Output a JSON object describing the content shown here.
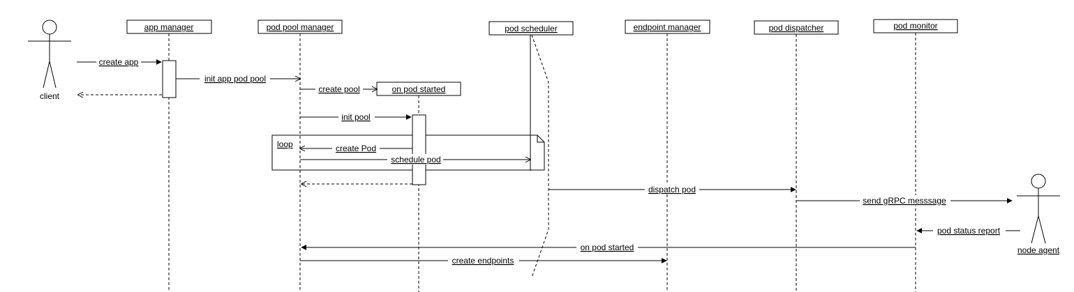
{
  "actors": {
    "client": "client",
    "node_agent": "node agent"
  },
  "participants": {
    "app_manager": "app manager",
    "pod_pool_manager": "pod pool manager",
    "pod_scheduler": "pod scheduler",
    "endpoint_manager": "endpoint manager",
    "pod_dispatcher": "pod dispatcher",
    "pod_monitor": "pod monitor",
    "on_pod_started": "on pod started"
  },
  "fragment": {
    "loop": "loop"
  },
  "messages": {
    "create_app": "create app",
    "init_app_pod_pool": "init app pod pool",
    "create_pool": "create pool",
    "init_pool": "init pool",
    "create_pod": "create Pod",
    "schedule_pod": "schedule pod",
    "dispatch_pod": "dispatch pod",
    "send_grpc": "send gRPC messsage",
    "pod_status_report": "pod status report",
    "on_pod_started": "on pod started",
    "create_endpoints": "create endpoints"
  },
  "colors": {
    "line": "#000000",
    "background": "#ffffff"
  }
}
